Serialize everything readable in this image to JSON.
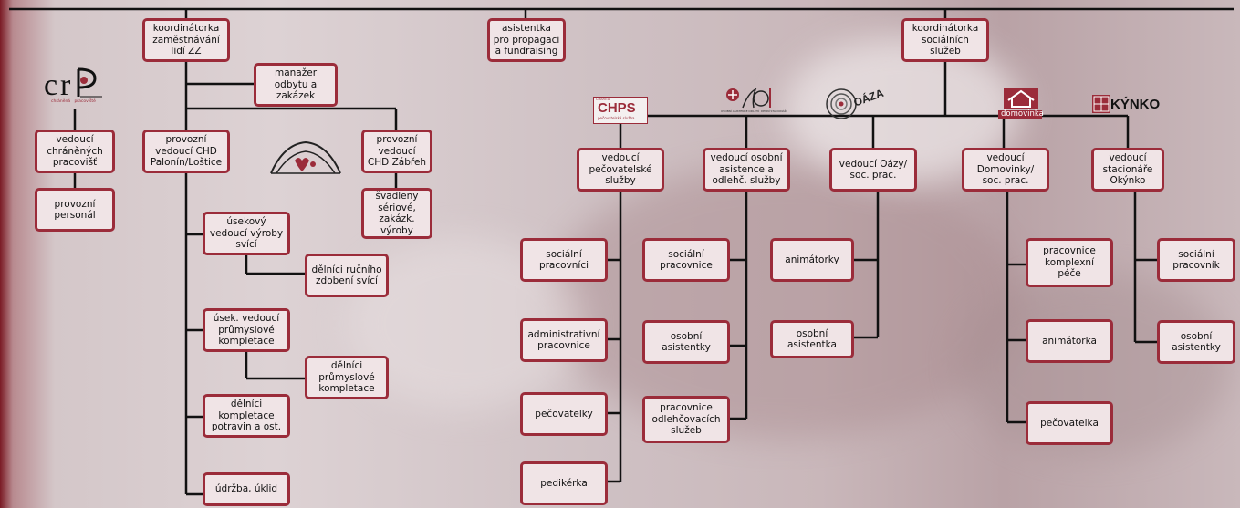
{
  "nodes": {
    "koord_zam": "koordinátorka\nzaměstnávání\nlidí ZZ",
    "manazer": "manažer\nodbytu a\nzakázek",
    "asistentka_prop": "asistentka\npro propagaci\na fundraising",
    "koord_soc": "koordinátorka\nsociálních\nslužeb",
    "ved_chran": "vedoucí\nchráněných\npracovišť",
    "prov_personal": "provozní\npersonál",
    "prov_ved_chd": "provozní\nvedoucí CHD\nPalonín/Loštice",
    "prov_ved_zabreh": "provozní\nvedoucí\nCHD Zábřeh",
    "svadleny": "švadleny\nsériové, zakázk.\nvýroby",
    "usek_ved_svici": "úsekový\nvedoucí výroby\nsvící",
    "delnici_svici": "dělníci ručního\nzdobení svící",
    "usek_ved_prum": "úsek. vedoucí\nprůmyslové\nkompletace",
    "delnici_prum": "dělníci\nprůmyslové\nkompletace",
    "delnici_potr": "dělníci\nkompletace\npotravin a ost.",
    "udrzba": "údržba, úklid",
    "ved_pecov": "vedoucí\npečovatelské\nslužby",
    "ved_osob": "vedoucí osobní\nasistence a\nodlehč. služby",
    "ved_oazy": "vedoucí Oázy/\nsoc. prac.",
    "ved_domov": "vedoucí\nDomovinky/\nsoc. prac.",
    "ved_stac": "vedoucí\nstacionáře\nOkýnko",
    "soc_prac_i": "sociální\npracovníci",
    "admin_prac": "administrativní\npracovnice",
    "pecovatelky": "pečovatelky",
    "pedikerka": "pedikérka",
    "soc_prac_e": "sociální\npracovnice",
    "osob_asist_y": "osobní\nasistentky",
    "prac_odlehc": "pracovnice\nodlehčovacích\nslužeb",
    "animatorky": "animátorky",
    "osob_asist_a": "osobní\nasistentka",
    "prac_kompl": "pracovnice\nkomplexní\npéče",
    "animatorka": "animátorka",
    "pecovatelka": "pečovatelka",
    "soc_pracovnik": "sociální\npracovník",
    "osob_asist_y2": "osobní\nasistentky"
  },
  "logos": {
    "cp_caption": "chráněná   pracoviště",
    "chps_label": "CHPS",
    "chps_small": "CHARITA",
    "chps_caption": "pečovatelská služba",
    "osob_caption": "OSOBNÍ ASISTENCE ODLEHČOVACÍ SLUŽBA",
    "osob_caption2": "DENNÍ STACIONÁŘ",
    "oaza_label": "OÁZA",
    "domovinka_label": "domovinka",
    "okynko_label": "KÝNKO"
  },
  "colors": {
    "accent": "#9b2c3a",
    "box_fill": "#f0e4e6",
    "line": "#111111"
  }
}
